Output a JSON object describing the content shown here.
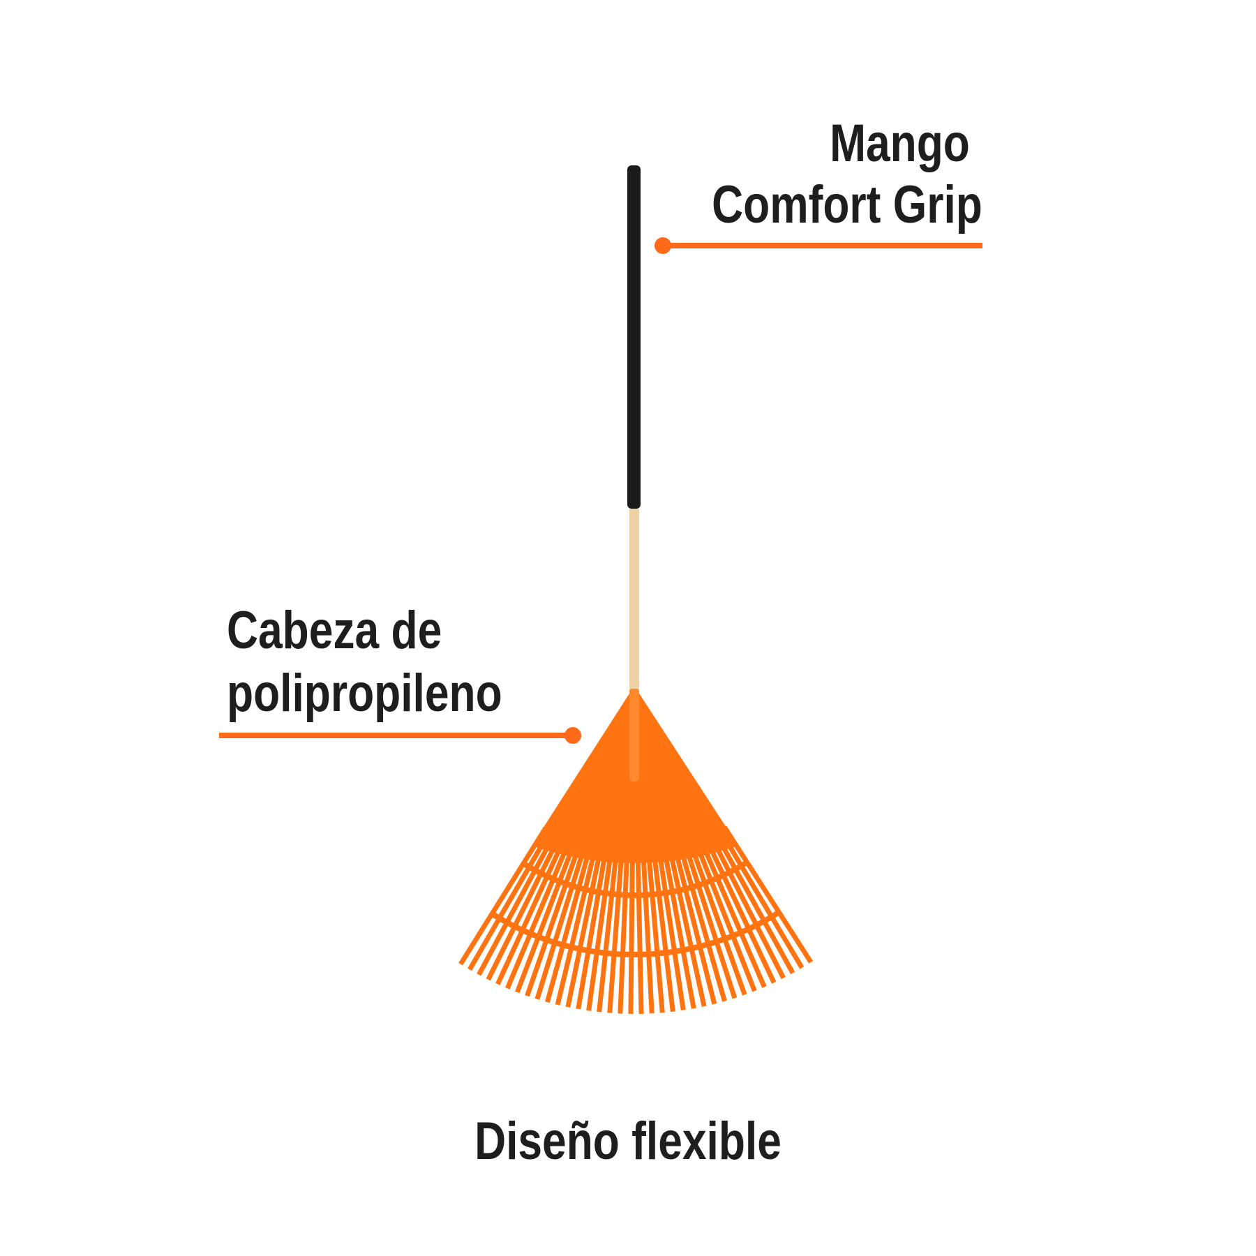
{
  "callouts": {
    "handle": {
      "line1": "Mango",
      "line2": "Comfort Grip"
    },
    "head": {
      "line1": "Cabeza de",
      "line2": "polipropileno"
    }
  },
  "caption": "Diseño flexible",
  "colors": {
    "accent": "#ff6a1a",
    "rake": "#ff7410",
    "grip": "#1b1b1b",
    "wood": "#efd2a4",
    "text": "#1e1e1e"
  }
}
